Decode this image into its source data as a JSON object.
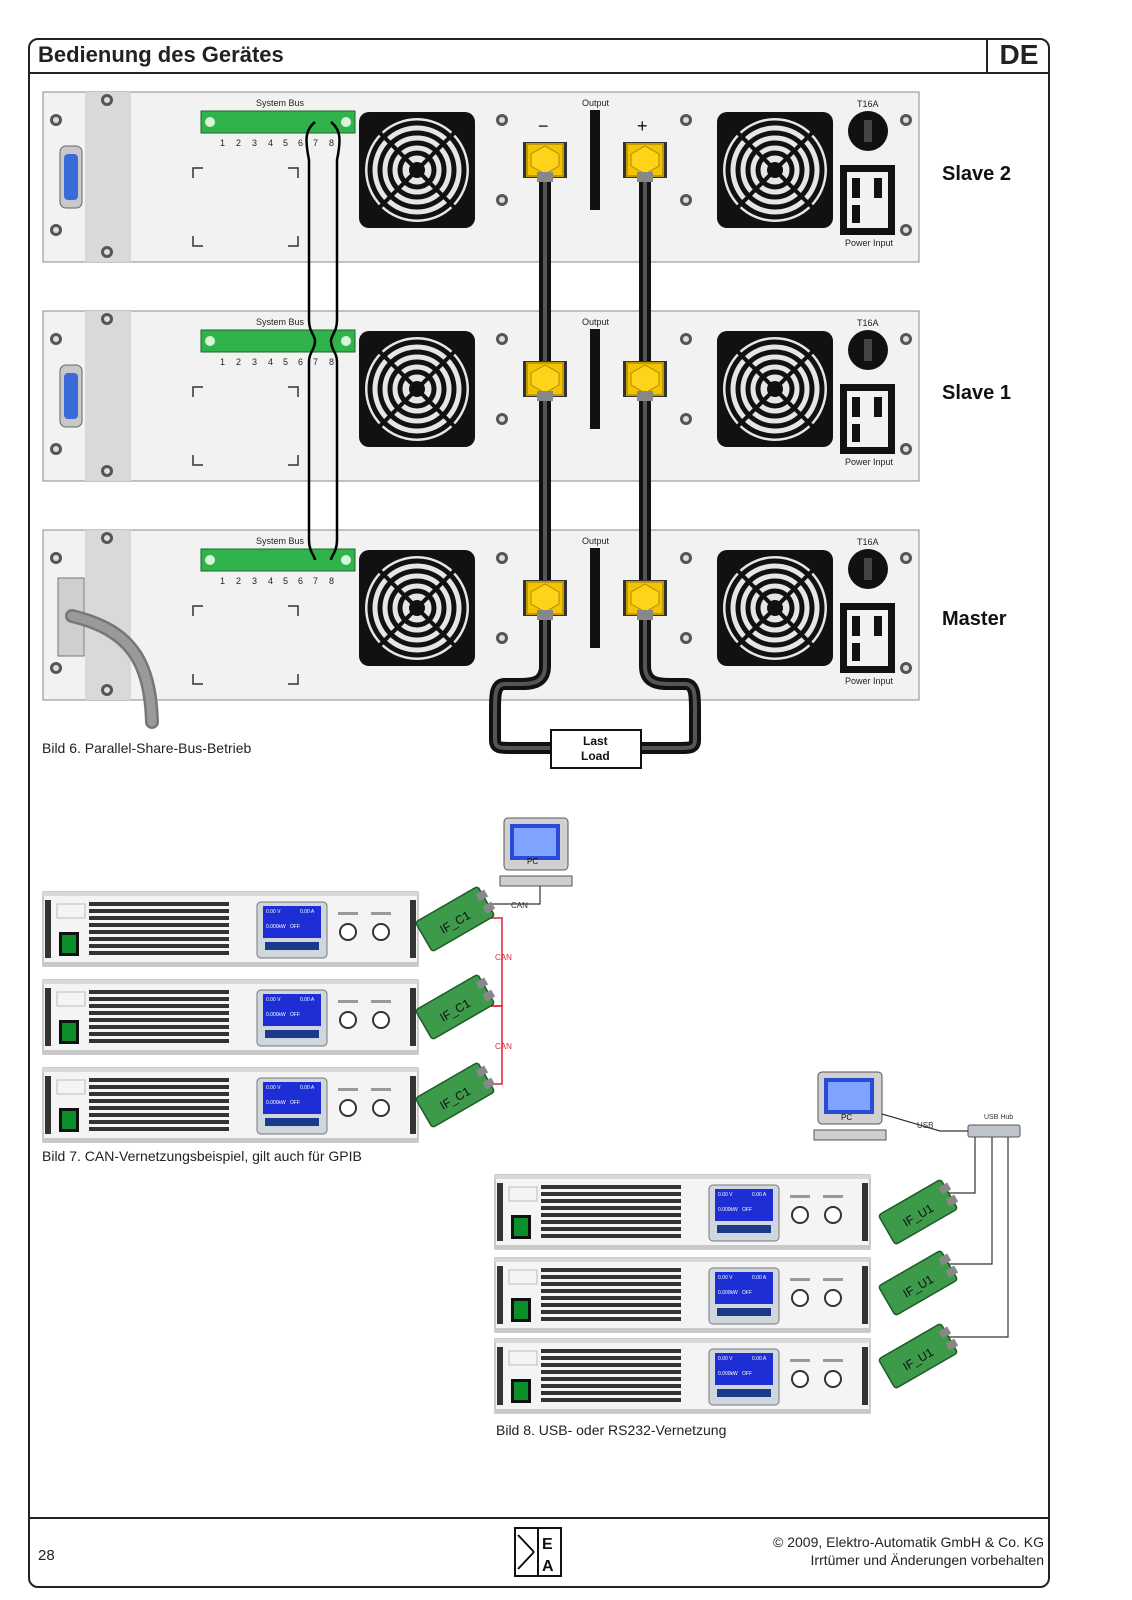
{
  "header": {
    "title": "Bedienung des Gerätes",
    "language": "DE"
  },
  "figure6": {
    "caption": "Bild 6. Parallel-Share-Bus-Betrieb",
    "units": [
      {
        "name": "Slave 2"
      },
      {
        "name": "Slave 1"
      },
      {
        "name": "Master"
      }
    ],
    "system_bus_label": "System Bus",
    "pins": [
      "1",
      "2",
      "3",
      "4",
      "5",
      "6",
      "7",
      "8"
    ],
    "output_label": "Output",
    "minus": "−",
    "plus": "+",
    "fuse_label": "T16A",
    "power_input_label": "Power Input",
    "load_label_1": "Last",
    "load_label_2": "Load"
  },
  "figure7": {
    "caption": "Bild 7. CAN-Vernetzungsbeispiel, gilt auch für GPIB",
    "pc_label": "PC",
    "can_label": "CAN",
    "card_label": "IF_C1"
  },
  "figure8": {
    "caption": "Bild 8. USB- oder RS232-Vernetzung",
    "pc_label": "PC",
    "usb_label": "USB",
    "hub_label": "USB Hub",
    "card_label": "IF_U1"
  },
  "device_display": {
    "voltage": "0.00 V",
    "current": "0.00 A",
    "power": "0.000kW",
    "state": "OFF"
  },
  "footer": {
    "page_number": "28",
    "copyright_line1": "© 2009, Elektro-Automatik GmbH & Co. KG",
    "copyright_line2": "Irrtümer und Änderungen vorbehalten",
    "logo_text_top": "E",
    "logo_text_bottom": "A"
  }
}
